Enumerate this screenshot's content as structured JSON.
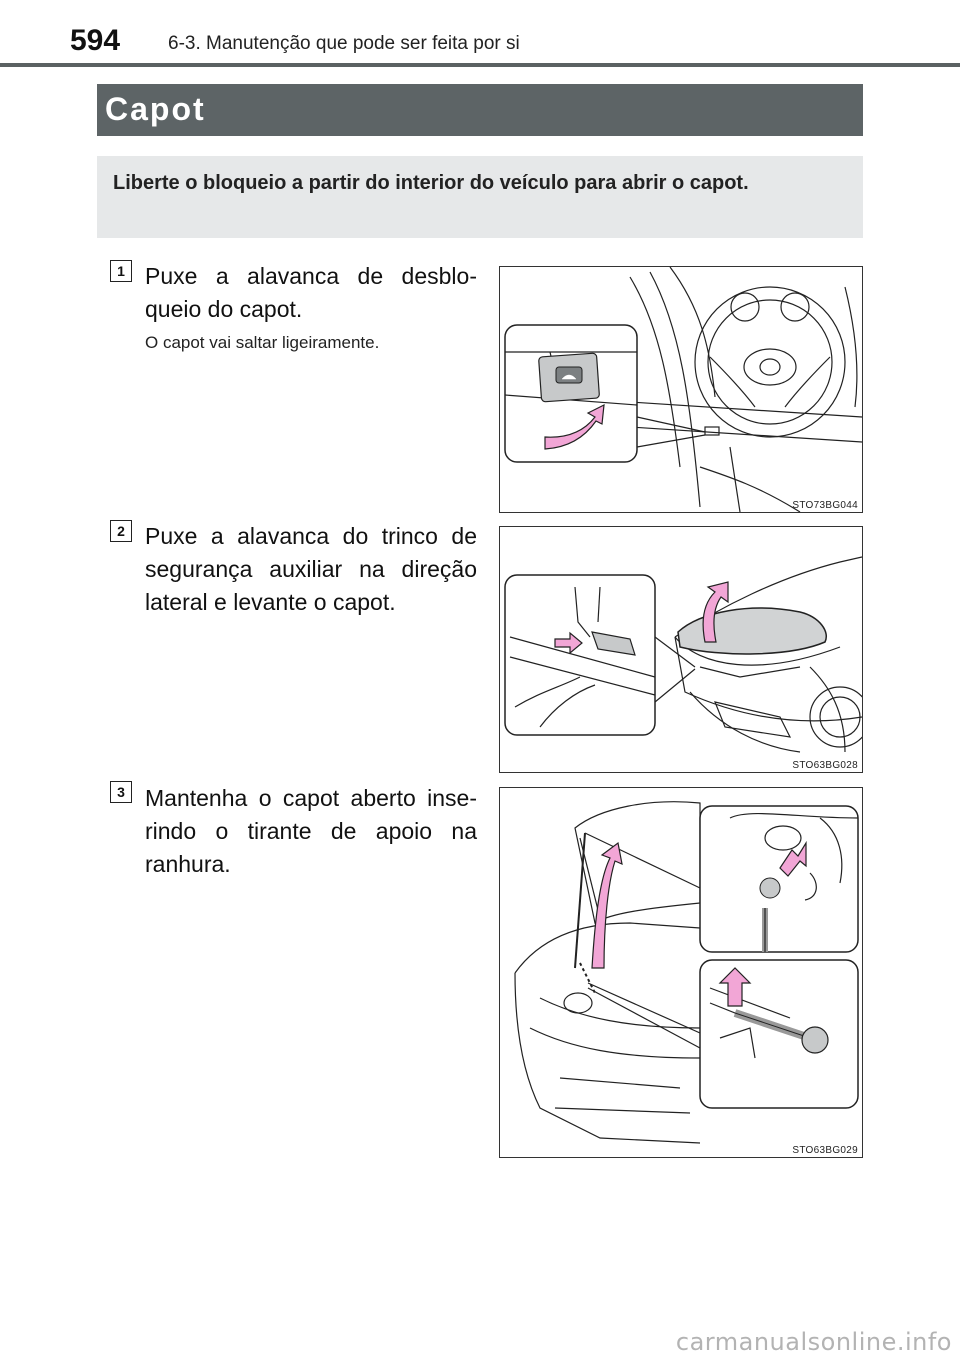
{
  "header": {
    "page_number": "594",
    "running_head": "6-3. Manutenção que pode ser feita por si"
  },
  "section": {
    "title": "Capot",
    "intro": "Liberte o bloqueio a partir do interior do veículo para abrir o capot."
  },
  "steps": [
    {
      "number": "1",
      "text": "Puxe a alavanca de desblo-queio do capot.",
      "note": "O capot vai saltar ligeiramente.",
      "figure_code": "STO73BG044"
    },
    {
      "number": "2",
      "text": "Puxe a alavanca do trinco de segurança auxiliar na direção lateral e levante o capot.",
      "figure_code": "STO63BG028"
    },
    {
      "number": "3",
      "text": "Mantenha o capot aberto inse-rindo o tirante de apoio na ranhura.",
      "figure_code": "STO63BG029"
    }
  ],
  "colors": {
    "title_bar": "#5d6466",
    "intro_box": "#e6e8e9",
    "arrow_pink": "#f2a6d6"
  },
  "watermark": "carmanualsonline.info"
}
